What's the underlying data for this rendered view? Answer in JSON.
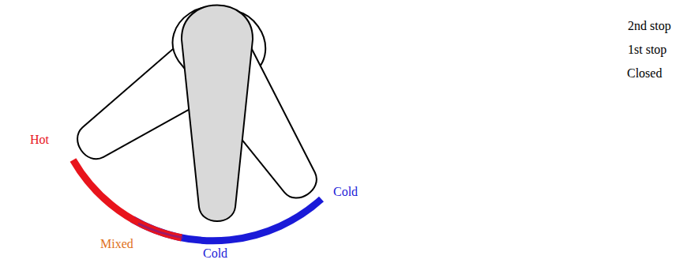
{
  "diagram": {
    "labels": [
      "Hot",
      "Mixed",
      "Cold",
      "Cold",
      "2nd stop",
      "1st stop",
      "Closed"
    ]
  }
}
